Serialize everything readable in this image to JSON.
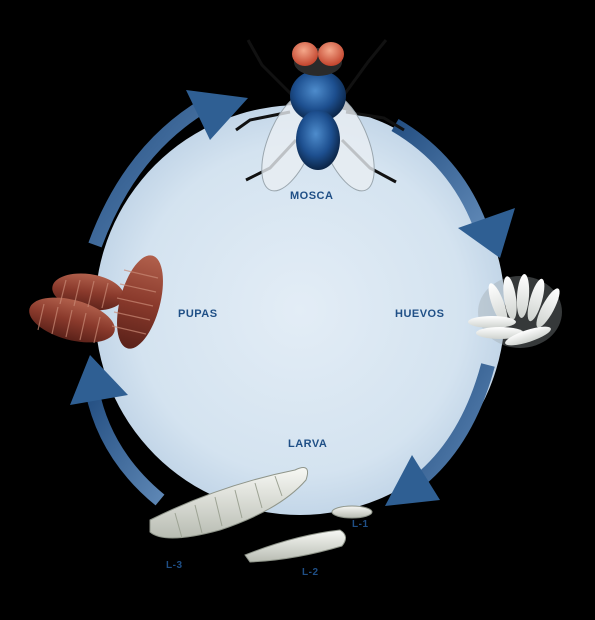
{
  "diagram": {
    "title": "",
    "stages": {
      "fly": "MOSCA",
      "eggs": "HUEVOS",
      "larva": "LARVA",
      "pupae": "PUPAS"
    },
    "larval_instars": {
      "l1": "L-1",
      "l2": "L-2",
      "l3": "L-3"
    },
    "colors": {
      "background": "#000000",
      "disc": "#d6e5f1",
      "arrow": "#2f5f93",
      "label": "#1f4f86",
      "pupa": "#8a3a2c",
      "egg": "#f2f2ee",
      "larva": "#e2e4dc"
    }
  }
}
